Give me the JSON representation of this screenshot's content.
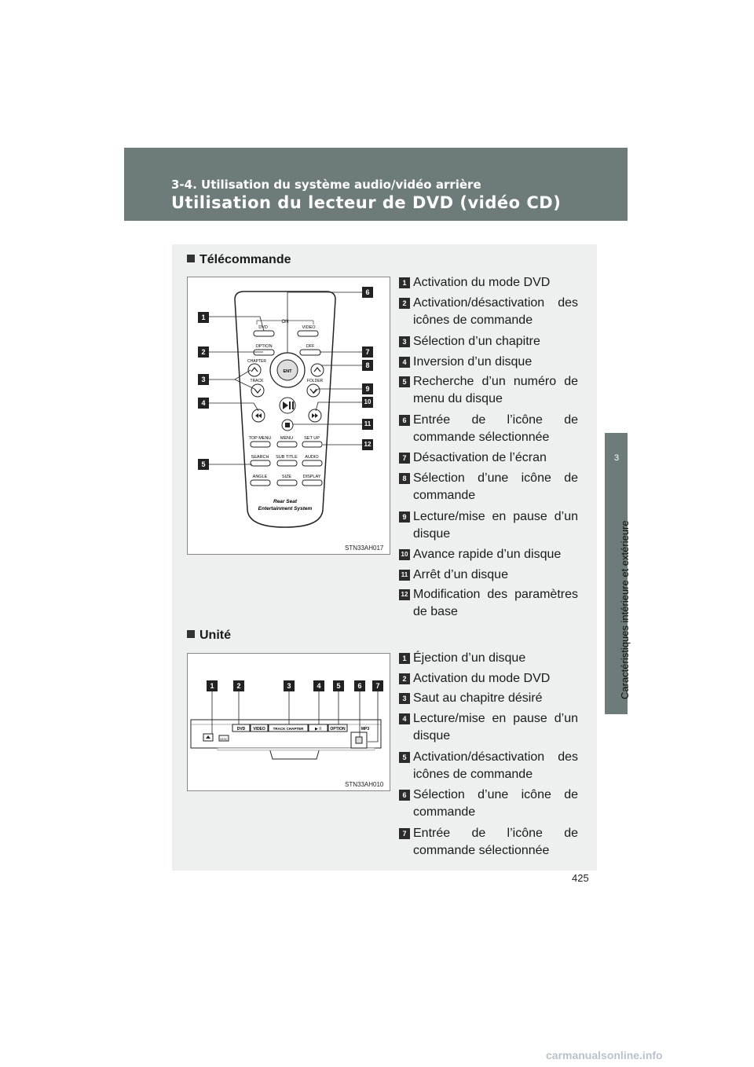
{
  "header": {
    "subtitle": "3-4. Utilisation du système audio/vidéo arrière",
    "title": "Utilisation du lecteur de DVD (vidéo CD)"
  },
  "side_tab": {
    "number": "3",
    "label": "Caractéristiques intérieure et extérieure"
  },
  "section_remote": {
    "heading": "Télécommande",
    "figure_code": "STN33AH017",
    "remote_labels": {
      "on": "ON",
      "dvd": "DVD",
      "video": "VIDEO",
      "option": "OPTION",
      "off": "OFF",
      "chapter": "CHAPTER",
      "track": "TRACK",
      "folder": "FOLDER",
      "ent": "ENT",
      "top_menu": "TOP MENU",
      "menu": "MENU",
      "set_up": "SET  UP",
      "search": "SEARCH",
      "sub_title": "SUB TITLE",
      "audio": "AUDIO",
      "angle": "ANGLE",
      "size": "SIZE",
      "display": "DISPLAY",
      "brand1": "Rear Seat",
      "brand2": "Entertainment System"
    },
    "items": [
      {
        "num": "1",
        "text": "Activation du mode DVD"
      },
      {
        "num": "2",
        "text": "Activation/désactivation des icônes de commande"
      },
      {
        "num": "3",
        "text": "Sélection d’un chapitre"
      },
      {
        "num": "4",
        "text": "Inversion d’un disque"
      },
      {
        "num": "5",
        "text": "Recherche d’un numéro de menu du disque"
      },
      {
        "num": "6",
        "text": "Entrée de l’icône de commande sélectionnée"
      },
      {
        "num": "7",
        "text": "Désactivation de l’écran"
      },
      {
        "num": "8",
        "text": "Sélection d’une icône de commande"
      },
      {
        "num": "9",
        "text": "Lecture/mise en pause d’un disque"
      },
      {
        "num": "10",
        "text": "Avance rapide d’un disque"
      },
      {
        "num": "11",
        "text": "Arrêt d’un disque"
      },
      {
        "num": "12",
        "text": "Modification des paramètres de base"
      }
    ]
  },
  "section_unit": {
    "heading": "Unité",
    "figure_code": "STN33AH010",
    "unit_labels": {
      "dvd": "DVD",
      "video": "VIDEO",
      "track_chapter": "TRACK CHAPTER",
      "play": "▶ II",
      "option": "OPTION",
      "mp3": "MP3",
      "disc": "DISC"
    },
    "items": [
      {
        "num": "1",
        "text": "Éjection d’un disque"
      },
      {
        "num": "2",
        "text": "Activation du mode DVD"
      },
      {
        "num": "3",
        "text": "Saut au chapitre désiré"
      },
      {
        "num": "4",
        "text": "Lecture/mise en pause d’un disque"
      },
      {
        "num": "5",
        "text": "Activation/désactivation des icônes de commande"
      },
      {
        "num": "6",
        "text": "Sélection d’une icône de commande"
      },
      {
        "num": "7",
        "text": "Entrée de l’icône de commande sélectionnée"
      }
    ]
  },
  "page_number": "425",
  "watermark": "carmanualsonline.info"
}
